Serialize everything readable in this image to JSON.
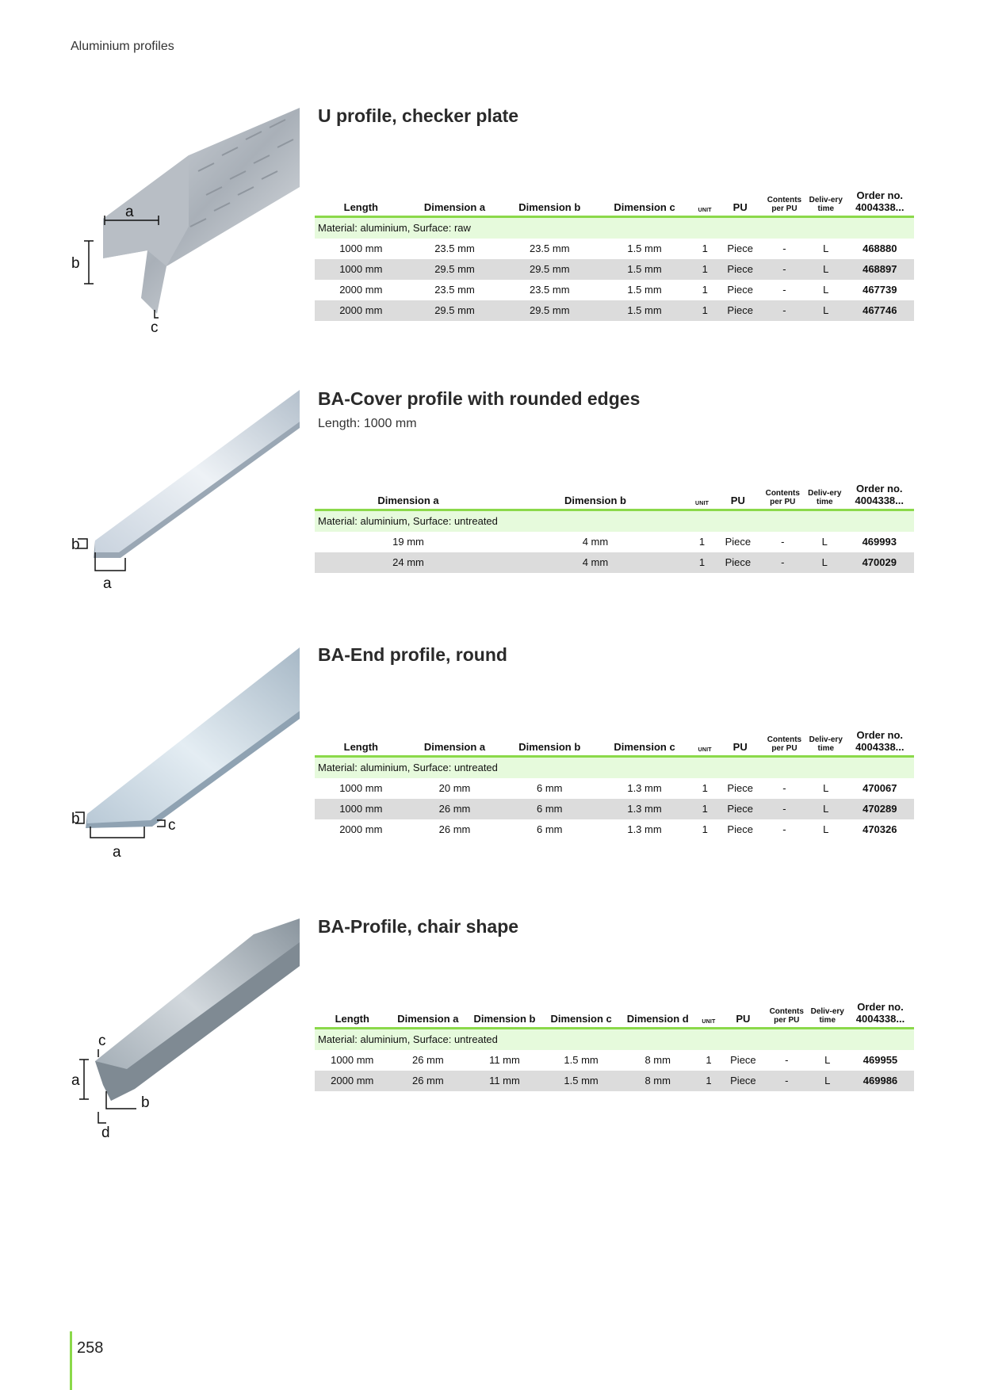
{
  "running_head": "Aluminium profiles",
  "page_number": "258",
  "sections": [
    {
      "title": "U profile, checker plate",
      "subtitle": "",
      "image_labels": [
        "a",
        "b",
        "c"
      ],
      "headers": [
        "Length",
        "Dimension a",
        "Dimension b",
        "Dimension c",
        "UNIT",
        "PU",
        "Contents per PU",
        "Deliv-ery time",
        "Order no. 4004338..."
      ],
      "material": "Material: aluminium, Surface: raw",
      "rows": [
        [
          "1000 mm",
          "23.5 mm",
          "23.5 mm",
          "1.5 mm",
          "1",
          "Piece",
          "-",
          "L",
          "468880"
        ],
        [
          "1000 mm",
          "29.5 mm",
          "29.5 mm",
          "1.5 mm",
          "1",
          "Piece",
          "-",
          "L",
          "468897"
        ],
        [
          "2000 mm",
          "23.5 mm",
          "23.5 mm",
          "1.5 mm",
          "1",
          "Piece",
          "-",
          "L",
          "467739"
        ],
        [
          "2000 mm",
          "29.5 mm",
          "29.5 mm",
          "1.5 mm",
          "1",
          "Piece",
          "-",
          "L",
          "467746"
        ]
      ]
    },
    {
      "title": "BA-Cover profile with rounded edges",
      "subtitle": "Length: 1000 mm",
      "image_labels": [
        "a",
        "b"
      ],
      "headers": [
        "Dimension a",
        "Dimension b",
        "UNIT",
        "PU",
        "Contents per PU",
        "Deliv-ery time",
        "Order no. 4004338..."
      ],
      "material": "Material: aluminium, Surface: untreated",
      "rows": [
        [
          "19 mm",
          "4 mm",
          "1",
          "Piece",
          "-",
          "L",
          "469993"
        ],
        [
          "24 mm",
          "4 mm",
          "1",
          "Piece",
          "-",
          "L",
          "470029"
        ]
      ]
    },
    {
      "title": "BA-End profile, round",
      "subtitle": "",
      "image_labels": [
        "a",
        "b",
        "c"
      ],
      "headers": [
        "Length",
        "Dimension a",
        "Dimension b",
        "Dimension c",
        "UNIT",
        "PU",
        "Contents per PU",
        "Deliv-ery time",
        "Order no. 4004338..."
      ],
      "material": "Material: aluminium, Surface: untreated",
      "rows": [
        [
          "1000 mm",
          "20 mm",
          "6 mm",
          "1.3 mm",
          "1",
          "Piece",
          "-",
          "L",
          "470067"
        ],
        [
          "1000 mm",
          "26 mm",
          "6 mm",
          "1.3 mm",
          "1",
          "Piece",
          "-",
          "L",
          "470289"
        ],
        [
          "2000 mm",
          "26 mm",
          "6 mm",
          "1.3 mm",
          "1",
          "Piece",
          "-",
          "L",
          "470326"
        ]
      ]
    },
    {
      "title": "BA-Profile, chair shape",
      "subtitle": "",
      "image_labels": [
        "a",
        "b",
        "c",
        "d"
      ],
      "headers": [
        "Length",
        "Dimension a",
        "Dimension b",
        "Dimension c",
        "Dimension d",
        "UNIT",
        "PU",
        "Contents per PU",
        "Deliv-ery time",
        "Order no. 4004338..."
      ],
      "material": "Material: aluminium, Surface: untreated",
      "rows": [
        [
          "1000 mm",
          "26 mm",
          "11 mm",
          "1.5 mm",
          "8 mm",
          "1",
          "Piece",
          "-",
          "L",
          "469955"
        ],
        [
          "2000 mm",
          "26 mm",
          "11 mm",
          "1.5 mm",
          "8 mm",
          "1",
          "Piece",
          "-",
          "L",
          "469986"
        ]
      ]
    }
  ]
}
